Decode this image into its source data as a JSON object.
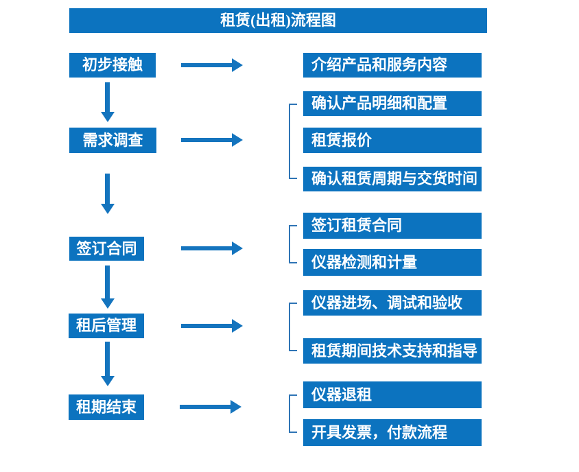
{
  "flow": {
    "title": "租赁(出租)流程图",
    "colors": {
      "box_blue": "#0C73BF",
      "arrow_blue": "#1474BE",
      "bracket_blue": "#2E74B5",
      "text_white": "#FFFFFF",
      "background": "#FFFFFF"
    },
    "steps": [
      {
        "label": "初步接触",
        "details": [
          "介绍产品和服务内容"
        ]
      },
      {
        "label": "需求调查",
        "details": [
          "确认产品明细和配置",
          "租赁报价",
          "确认租赁周期与交货时间"
        ]
      },
      {
        "label": "签订合同",
        "details": [
          "签订租赁合同",
          "仪器检测和计量"
        ]
      },
      {
        "label": "租后管理",
        "details": [
          "仪器进场、调试和验收",
          "租赁期间技术支持和指导"
        ]
      },
      {
        "label": "租期结束",
        "details": [
          "仪器退租",
          "开具发票，付款流程"
        ]
      }
    ]
  }
}
